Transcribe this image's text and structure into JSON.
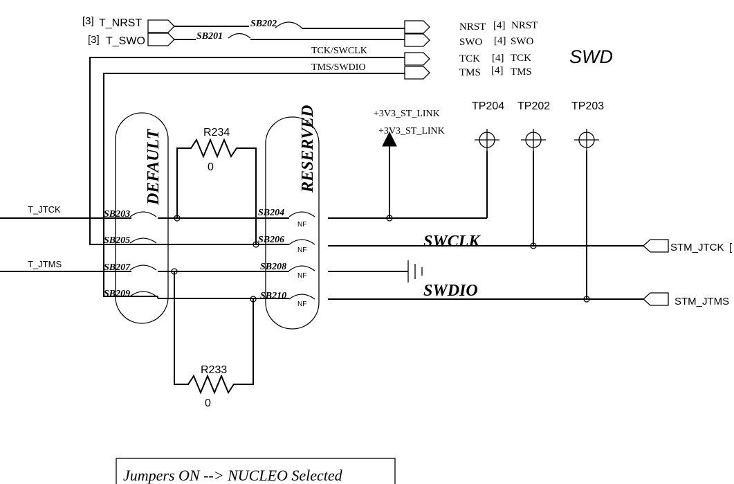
{
  "top_connectors": {
    "t_nrst_ref": "[3]",
    "t_nrst": "T_NRST",
    "t_swo_ref": "[3]",
    "t_swo": "T_SWO",
    "tck_swclk": "TCK/SWCLK",
    "tms_swdio": "TMS/SWDIO"
  },
  "right_refs": {
    "nrst_left": "NRST",
    "nrst_ref": "[4]",
    "nrst_right": "NRST",
    "swo_left": "SWO",
    "swo_ref": "[4]",
    "swo_right": "SWO",
    "tck_left": "TCK",
    "tck_ref": "[4]",
    "tck_right": "TCK",
    "tms_left": "TMS",
    "tms_ref": "[4]",
    "tms_right": "TMS"
  },
  "titles": {
    "swd": "SWD",
    "swclk": "SWCLK",
    "swdio": "SWDIO",
    "default_group": "DEFAULT",
    "reserved_group": "RESERVED"
  },
  "power": {
    "label1": "+3V3_ST_LINK",
    "label2": "+3V3_ST_LINK"
  },
  "testpoints": [
    "TP204",
    "TP202",
    "TP203"
  ],
  "resistors": {
    "r234": "R234",
    "r234_value": "0",
    "r233": "R233",
    "r233_value": "0"
  },
  "solder_bridges": {
    "sb202": "SB202",
    "sb201": "SB201",
    "sb203": "SB203",
    "sb204": "SB204",
    "sb205": "SB205",
    "sb206": "SB206",
    "sb207": "SB207",
    "sb208": "SB208",
    "sb209": "SB209",
    "sb210": "SB210",
    "nf": "NF"
  },
  "signals": {
    "t_jtck": "T_JTCK",
    "t_jtms": "T_JTMS",
    "stm_jtck": "STM_JTCK",
    "stm_jtck_suffix": "[",
    "stm_jtms": "STM_JTMS"
  },
  "note": "Jumpers ON  --> NUCLEO Selected"
}
